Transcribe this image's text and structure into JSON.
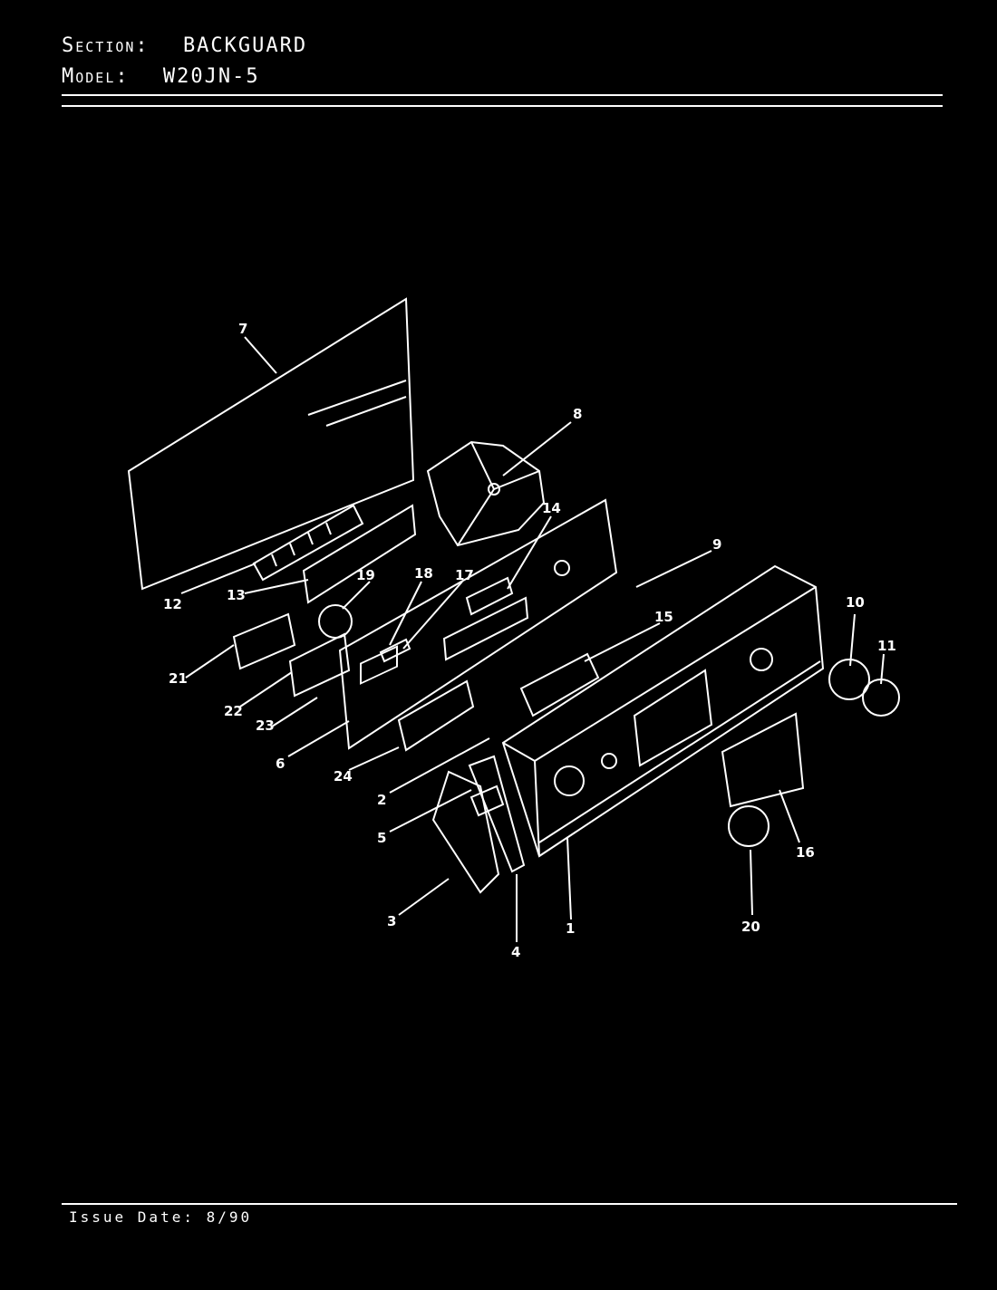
{
  "header": {
    "section_label": "Section:",
    "section_value": "BACKGUARD",
    "model_label": "Model:",
    "model_value": "W20JN-5"
  },
  "footer": {
    "issue_date": "Issue Date: 8/90"
  },
  "callouts": [
    "1",
    "2",
    "3",
    "4",
    "5",
    "6",
    "7",
    "8",
    "9",
    "10",
    "11",
    "12",
    "13",
    "14",
    "15",
    "16",
    "17",
    "18",
    "19",
    "20",
    "21",
    "22",
    "23",
    "24"
  ]
}
